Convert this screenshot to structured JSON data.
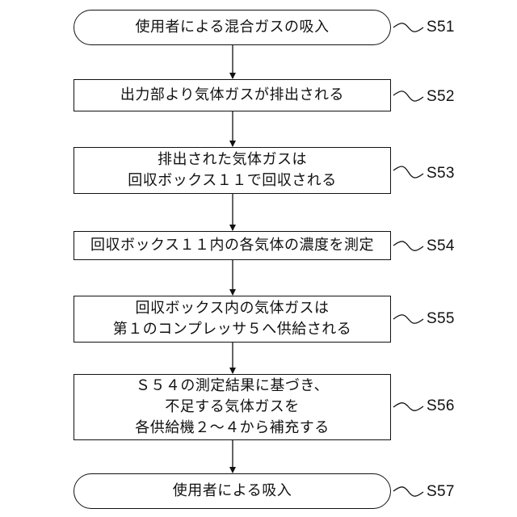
{
  "steps": [
    {
      "id": "S51",
      "shape": "terminal",
      "lines": [
        "使用者による混合ガスの吸入"
      ]
    },
    {
      "id": "S52",
      "shape": "process",
      "lines": [
        "出力部より気体ガスが排出される"
      ]
    },
    {
      "id": "S53",
      "shape": "process",
      "lines": [
        "排出された気体ガスは",
        "回収ボックス１１で回収される"
      ]
    },
    {
      "id": "S54",
      "shape": "process",
      "lines": [
        "回収ボックス１１内の各気体の濃度を測定"
      ]
    },
    {
      "id": "S55",
      "shape": "process",
      "lines": [
        "回収ボックス内の気体ガスは",
        "第１のコンプレッサ５へ供給される"
      ]
    },
    {
      "id": "S56",
      "shape": "process",
      "lines": [
        "Ｓ５４の測定結果に基づき、",
        "不足する気体ガスを",
        "各供給機２～４から補充する"
      ]
    },
    {
      "id": "S57",
      "shape": "terminal",
      "lines": [
        "使用者による吸入"
      ]
    }
  ]
}
